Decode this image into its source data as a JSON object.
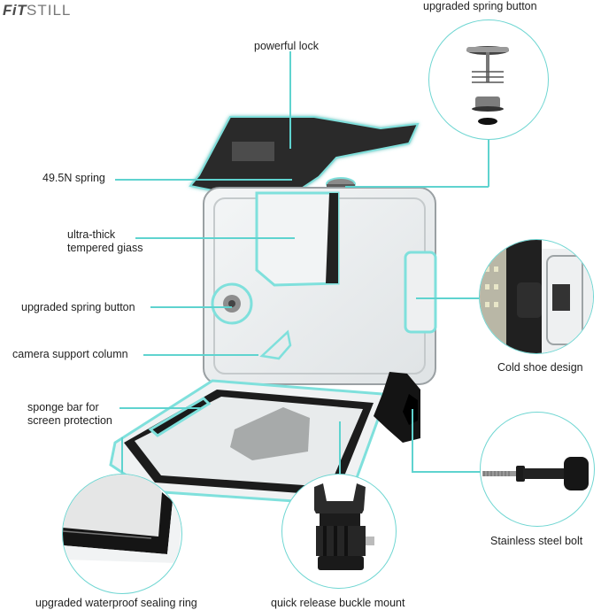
{
  "brand": {
    "logo_bold": "FiT",
    "logo_light": "STILL"
  },
  "accent_color": "#5fd3cf",
  "callouts": {
    "powerful_lock": "powerful lock",
    "spring_49": "49.5N spring",
    "tempered_glass": "ultra-thick\ntempered giass",
    "spring_button_left": "upgraded spring button",
    "support_column": "camera support column",
    "sponge_bar": "sponge bar for\nscreen protection",
    "spring_button_top": "upgraded spring button",
    "cold_shoe": "Cold shoe design",
    "steel_bolt": "Stainless steel bolt",
    "sealing_ring": "upgraded waterproof sealing ring",
    "buckle_mount": "quick release buckle mount"
  }
}
